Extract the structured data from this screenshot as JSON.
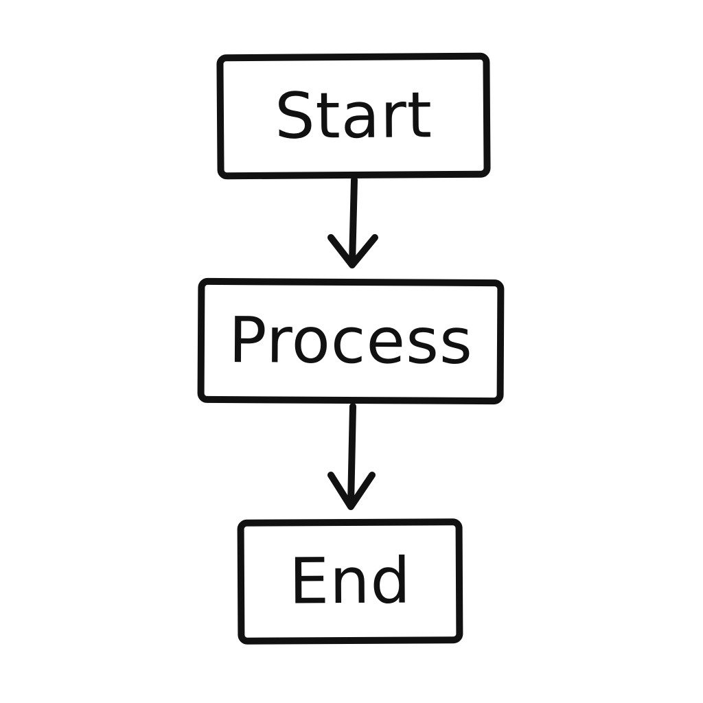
{
  "diagram": {
    "type": "flowchart",
    "nodes": [
      {
        "id": "start",
        "label": "Start"
      },
      {
        "id": "process",
        "label": "Process"
      },
      {
        "id": "end",
        "label": "End"
      }
    ],
    "edges": [
      {
        "from": "start",
        "to": "process"
      },
      {
        "from": "process",
        "to": "end"
      }
    ],
    "colors": {
      "stroke": "#111111",
      "background": "#ffffff"
    }
  }
}
